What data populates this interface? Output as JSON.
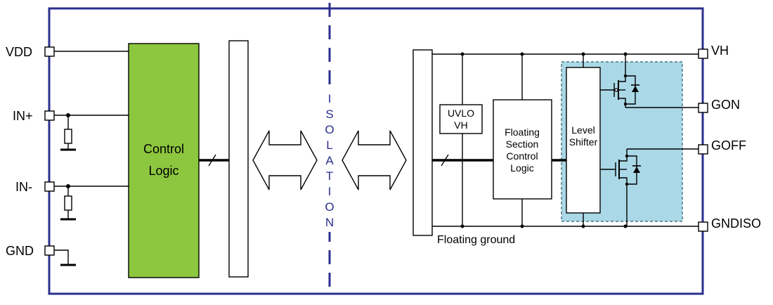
{
  "pins_left": {
    "vdd": "VDD",
    "in_plus": "IN+",
    "in_minus": "IN-",
    "gnd": "GND"
  },
  "pins_right": {
    "vh": "VH",
    "gon": "GON",
    "goff": "GOFF",
    "gndiso": "GNDISO"
  },
  "blocks": {
    "control_logic": [
      "Control",
      "Logic"
    ],
    "uvlo": [
      "UVLO",
      "VH"
    ],
    "floating_control": [
      "Floating",
      "Section",
      "Control",
      "Logic"
    ],
    "level_shifter": [
      "Level",
      "Shifter"
    ]
  },
  "isolation_letters": [
    "I",
    "S",
    "O",
    "L",
    "A",
    "T",
    "I",
    "O",
    "N"
  ],
  "floating_ground_label": "Floating ground",
  "colors": {
    "frame": "#2b2f8f",
    "control_logic_fill": "#8dc63f",
    "driver_region_fill": "#aad8e6",
    "isolation": "#2b2f8f"
  }
}
